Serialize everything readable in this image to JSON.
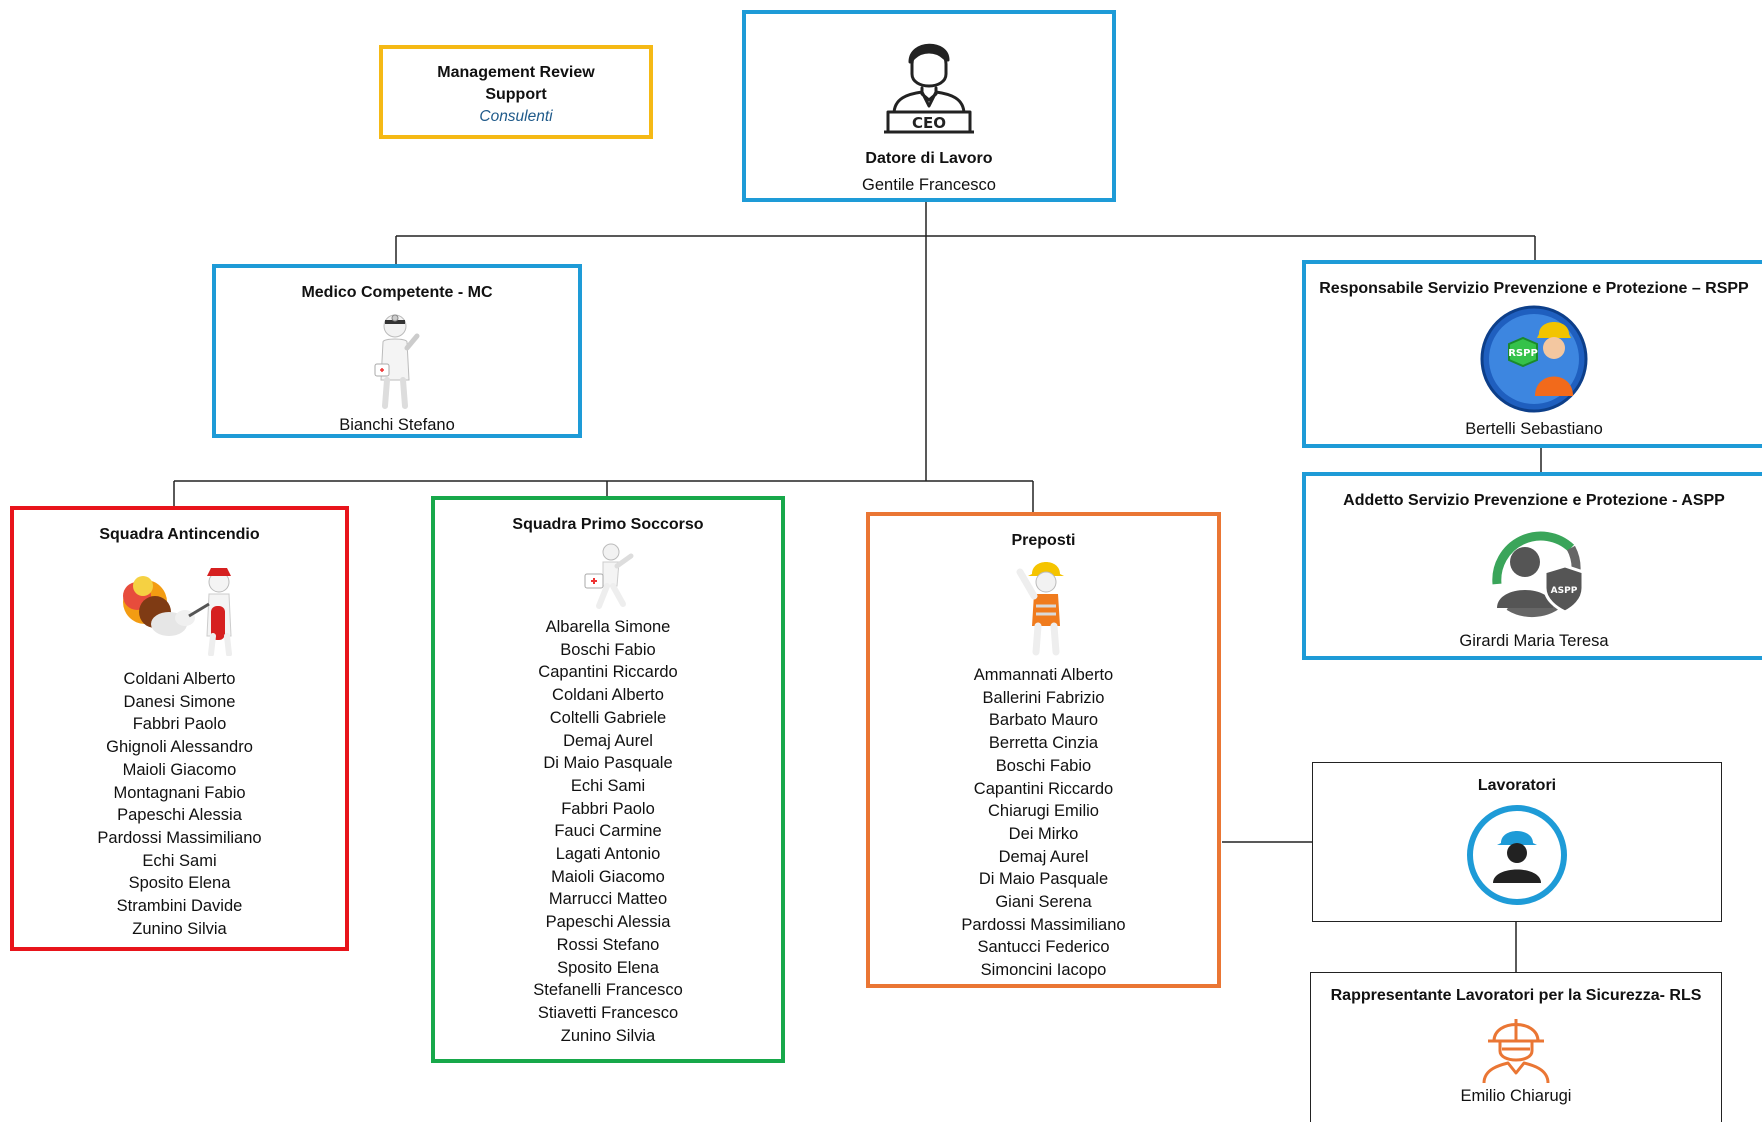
{
  "management": {
    "line1": "Management Review",
    "line2": "Support",
    "subtitle": "Consulenti"
  },
  "ceo": {
    "title": "Datore di Lavoro",
    "name": "Gentile Francesco",
    "badge": "CEO",
    "icon": "ceo-icon"
  },
  "mc": {
    "title": "Medico Competente - MC",
    "name": "Bianchi Stefano",
    "icon": "doctor-icon"
  },
  "rspp": {
    "title": "Responsabile Servizio Prevenzione e Protezione – RSPP",
    "name": "Bertelli Sebastiano",
    "badge": "RSPP",
    "icon": "rspp-icon"
  },
  "aspp": {
    "title": "Addetto Servizio Prevenzione e Protezione - ASPP",
    "name": "Girardi Maria Teresa",
    "badge": "ASPP",
    "icon": "aspp-icon"
  },
  "antincendio": {
    "title": "Squadra Antincendio",
    "icon": "firefighter-icon",
    "members": [
      "Coldani Alberto",
      "Danesi Simone",
      "Fabbri Paolo",
      "Ghignoli Alessandro",
      "Maioli Giacomo",
      "Montagnani Fabio",
      "Papeschi Alessia",
      "Pardossi Massimiliano",
      "Echi Sami",
      "Sposito Elena",
      "Strambini Davide",
      "Zunino Silvia"
    ]
  },
  "primo_soccorso": {
    "title": "Squadra Primo Soccorso",
    "icon": "first-aid-icon",
    "members": [
      "Albarella Simone",
      "Boschi Fabio",
      "Capantini Riccardo",
      "Coldani Alberto",
      "Coltelli Gabriele",
      "Demaj Aurel",
      "Di Maio Pasquale",
      "Echi Sami",
      "Fabbri Paolo",
      "Fauci Carmine",
      "Lagati Antonio",
      "Maioli Giacomo",
      "Marrucci Matteo",
      "Papeschi Alessia",
      "Rossi Stefano",
      "Sposito Elena",
      "Stefanelli Francesco",
      "Stiavetti Francesco",
      "Zunino Silvia"
    ]
  },
  "preposti": {
    "title": "Preposti",
    "icon": "worker-icon",
    "members": [
      "Ammannati Alberto",
      "Ballerini Fabrizio",
      "Barbato Mauro",
      "Berretta Cinzia",
      "Boschi Fabio",
      "Capantini Riccardo",
      "Chiarugi Emilio",
      "Dei Mirko",
      "Demaj Aurel",
      "Di Maio Pasquale",
      "Giani Serena",
      "Pardossi Massimiliano",
      "Santucci Federico",
      "Simoncini Iacopo"
    ]
  },
  "lavoratori": {
    "title": "Lavoratori",
    "icon": "worker-avatar-icon"
  },
  "rls": {
    "title": "Rappresentante Lavoratori per la Sicurezza- RLS",
    "name": "Emilio Chiarugi",
    "icon": "rls-icon"
  },
  "colors": {
    "blue": "#1e9bd7",
    "yellow": "#f5b915",
    "red": "#e8141b",
    "green": "#17a84a",
    "orange": "#ea7634",
    "black": "#222222"
  }
}
